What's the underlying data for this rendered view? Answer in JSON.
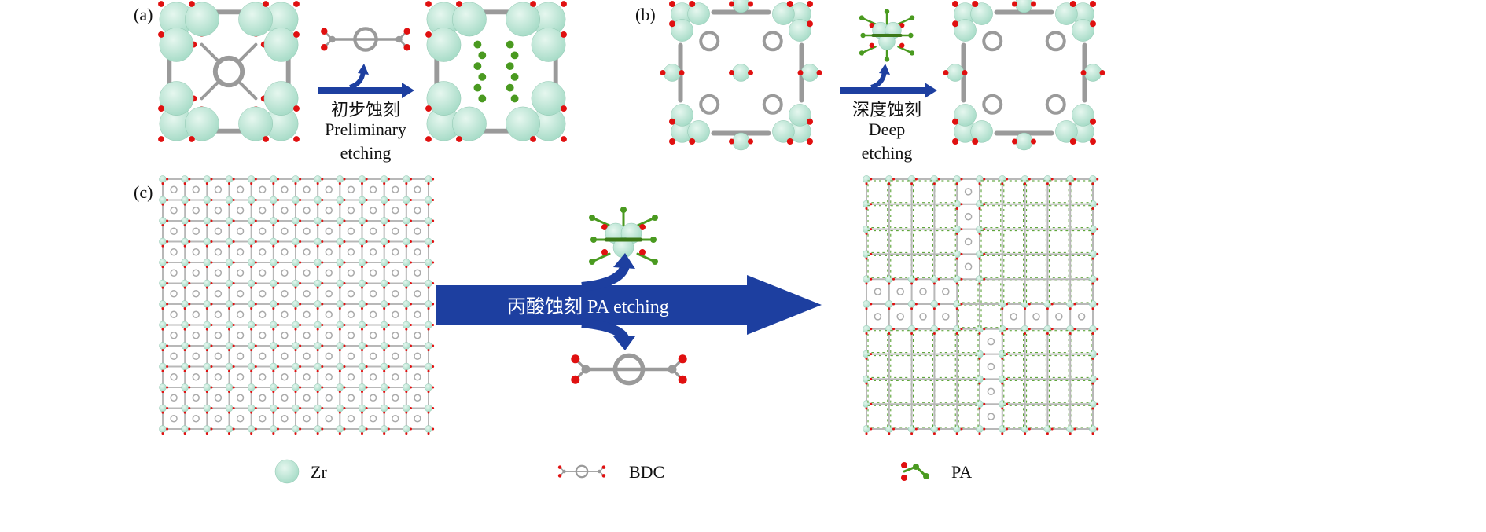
{
  "panels": {
    "a": {
      "label": "(a)",
      "step_cn": "初步蚀刻",
      "step_en_1": "Preliminary",
      "step_en_2": "etching"
    },
    "b": {
      "label": "(b)",
      "step_cn": "深度蚀刻",
      "step_en_1": "Deep",
      "step_en_2": "etching"
    },
    "c": {
      "label": "(c)",
      "arrow_text": "丙酸蚀刻 PA etching"
    }
  },
  "legend": [
    {
      "label": "Zr",
      "icon": "zr-sphere-icon"
    },
    {
      "label": "BDC",
      "icon": "bdc-linker-icon"
    },
    {
      "label": "PA",
      "icon": "pa-molecule-icon"
    }
  ],
  "colors": {
    "zr": "#a8dcc8",
    "oxygen": "#e01010",
    "carbon": "#9a9a9a",
    "pa": "#4a9a20",
    "arrow": "#1d3fa0"
  }
}
